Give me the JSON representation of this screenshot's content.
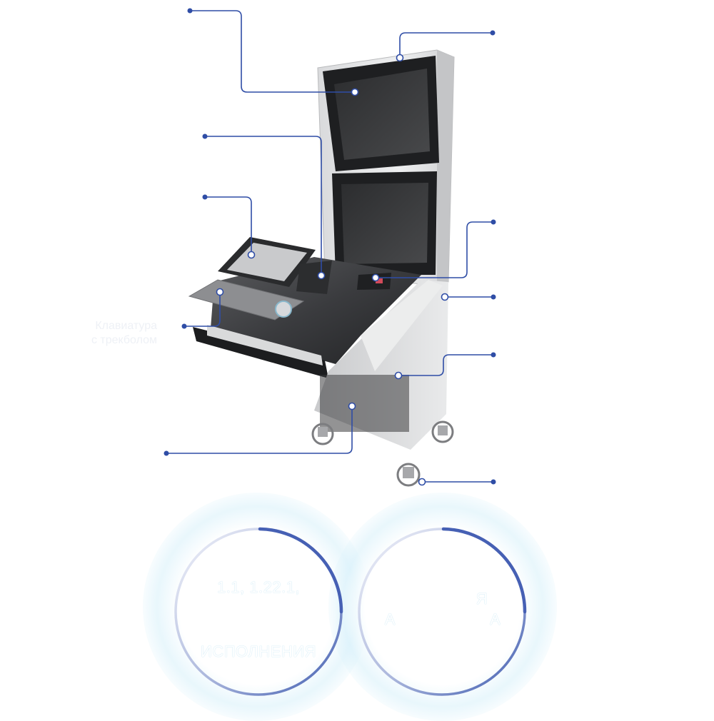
{
  "colors": {
    "accent": "#2f4da6",
    "line": "#2f4da6",
    "arc_start": "#eef0f8",
    "arc_end": "#3e5bb0",
    "glow": "#d6f0fa",
    "console_light": "#e4e5e7",
    "console_dark": "#2b2c2e",
    "screen": "#3a3b3d"
  },
  "callouts": [
    {
      "id": "monitor-top-screen",
      "label": ""
    },
    {
      "id": "monitor-housing",
      "label": ""
    },
    {
      "id": "touchpad-panel",
      "label": ""
    },
    {
      "id": "tablet-display",
      "label": ""
    },
    {
      "id": "keyboard-trackball",
      "label": "Клавиатура\nс трекболом"
    },
    {
      "id": "control-buttons",
      "label": ""
    },
    {
      "id": "cabinet-body",
      "label": ""
    },
    {
      "id": "internal-modules",
      "label": ""
    },
    {
      "id": "cable-connectors",
      "label": ""
    },
    {
      "id": "shock-absorbers",
      "label": ""
    }
  ],
  "keyboard_label_line1": "Клавиатура",
  "keyboard_label_line2": "с трекболом",
  "circles": [
    {
      "line1": "1.1,           1.22.1,",
      "line2": "",
      "line3": "ИСПОЛНЕНИЯ"
    },
    {
      "line1": "Я",
      "line2": "А                    А",
      "line3": ""
    }
  ]
}
